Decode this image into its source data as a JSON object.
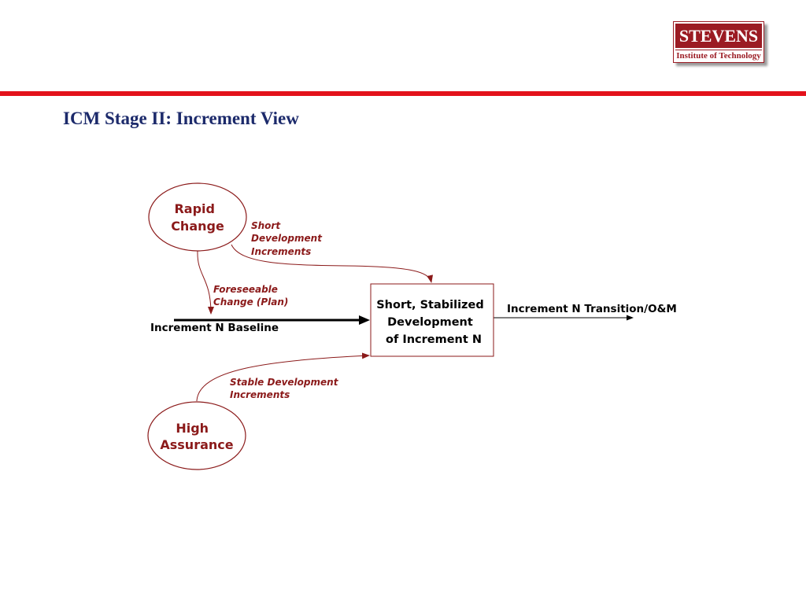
{
  "logo": {
    "name": "STEVENS",
    "subtitle": "Institute of Technology"
  },
  "slide": {
    "title": "ICM Stage II: Increment View"
  },
  "colors": {
    "rule": "#e3121b",
    "maroon": "#8b1a1a",
    "navy": "#1c2a6b",
    "logo": "#9b1b23"
  },
  "diagram": {
    "rapid_change": {
      "lines": [
        "Rapid",
        "Change"
      ]
    },
    "high_assurance": {
      "lines": [
        "High",
        "Assurance"
      ]
    },
    "increment_box": {
      "lines": [
        "Short, Stabilized",
        "Development",
        "of Increment N"
      ]
    },
    "short_development": {
      "lines": [
        "Short",
        "Development",
        "Increments"
      ]
    },
    "foreseeable_change": {
      "lines": [
        "Foreseeable",
        "Change (Plan)"
      ]
    },
    "stable_development": {
      "lines": [
        "Stable Development",
        "Increments"
      ]
    },
    "baseline": {
      "label": "Increment N Baseline"
    },
    "transition": {
      "label": "Increment N Transition/O&M"
    }
  }
}
